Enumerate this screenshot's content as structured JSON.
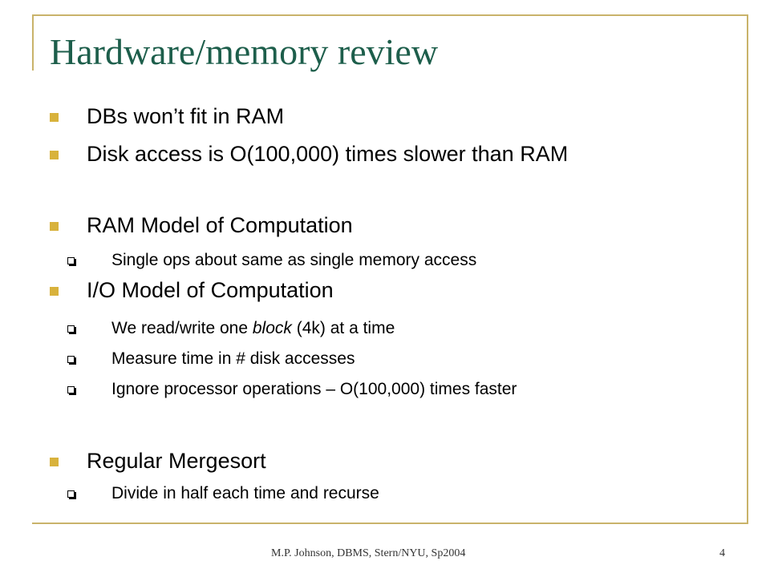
{
  "slide": {
    "title": "Hardware/memory review",
    "bullets": [
      {
        "level": 1,
        "text": "DBs won’t fit in RAM"
      },
      {
        "level": 1,
        "text": "Disk access is O(100,000) times slower than RAM"
      },
      {
        "level": 1,
        "text": "RAM Model of Computation"
      },
      {
        "level": 2,
        "text": "Single ops about same as single memory access"
      },
      {
        "level": 1,
        "text": "I/O Model of Computation"
      },
      {
        "level": 2,
        "text_before": "We read/write one ",
        "text_em": "block",
        "text_after": " (4k) at a time"
      },
      {
        "level": 2,
        "text": "Measure time in # disk accesses"
      },
      {
        "level": 2,
        "text": "Ignore processor operations – O(100,000) times faster"
      },
      {
        "level": 1,
        "text": "Regular Mergesort"
      },
      {
        "level": 2,
        "text": "Divide in half each time and recurse"
      }
    ],
    "footer": {
      "credit": "M.P. Johnson, DBMS, Stern/NYU, Sp2004",
      "page_number": "4"
    }
  }
}
